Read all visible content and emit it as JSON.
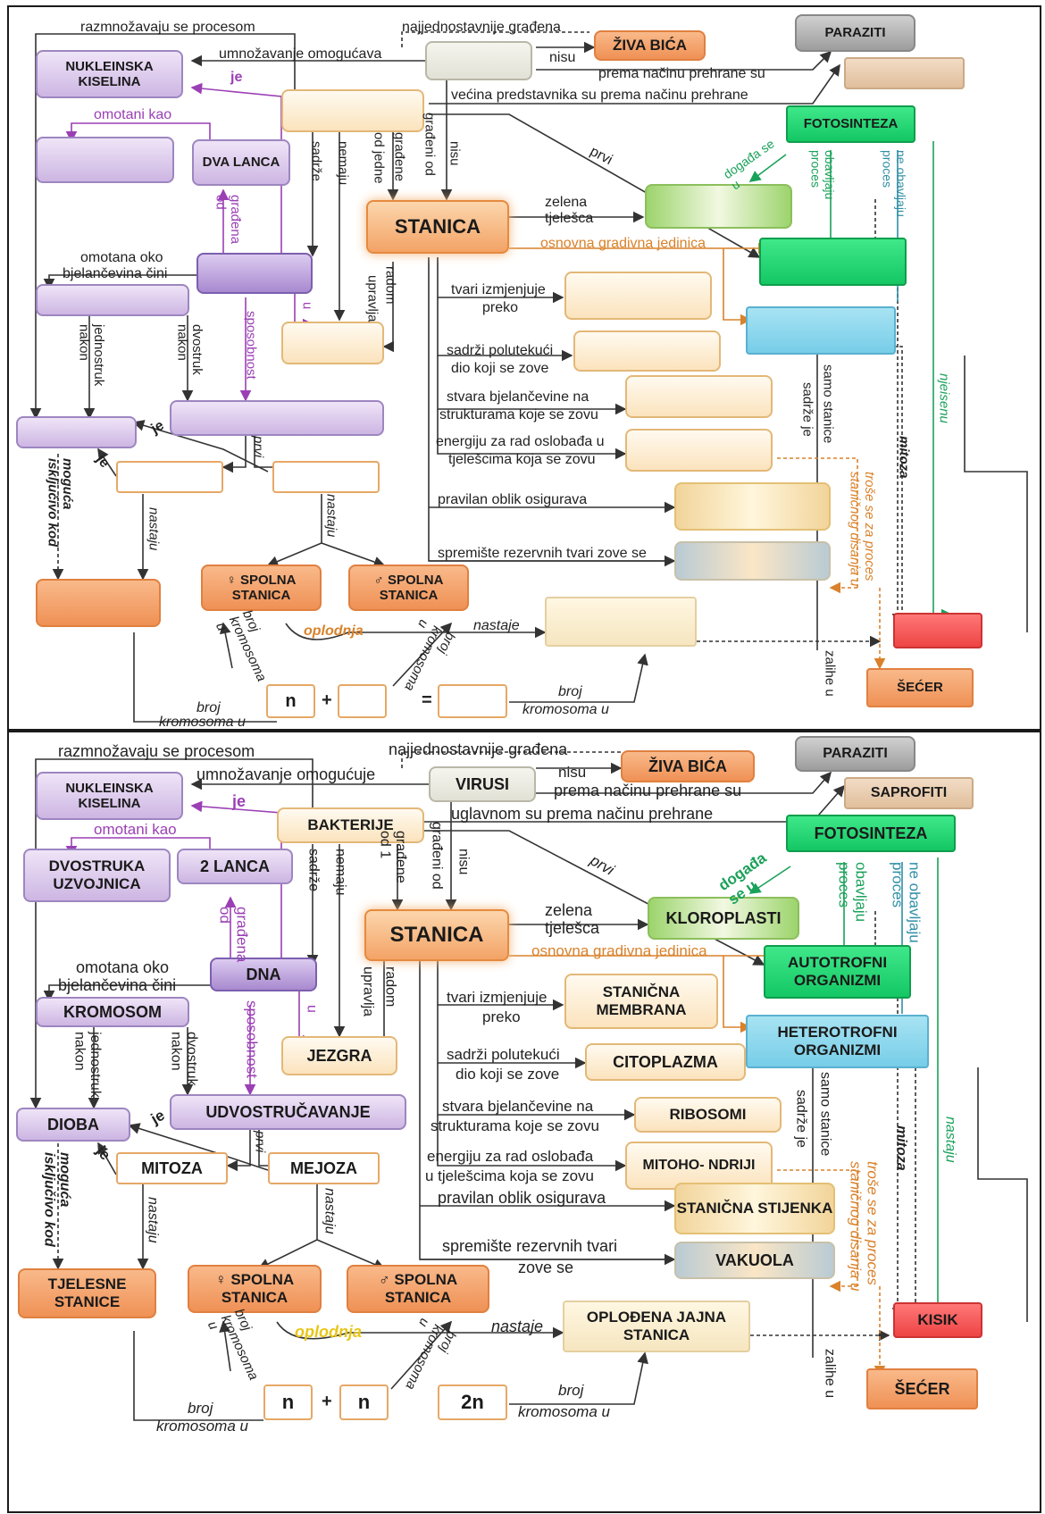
{
  "top": {
    "nodes": {
      "nukleinska": "NUKLEINSKA KISELINA",
      "ziva_bica": "ŽIVA BIĆA",
      "paraziti": "PARAZITI",
      "fotosinteza": "FOTOSINTEZA",
      "dva_lanca": "DVA LANCA",
      "stanica": "STANICA",
      "spolna_z": "♀ SPOLNA STANICA",
      "spolna_m": "♂ SPOLNA STANICA",
      "secer": "ŠEĆER",
      "n": "n",
      "plus": "+",
      "eq": "="
    },
    "labels": {
      "razmnozavaju": "razmnožavaju se procesom",
      "najjednostavnije": "najjednostavnije građena",
      "nisu": "nisu",
      "umnozavanje": "umnožavanje omogućava",
      "prema_nacinu": "prema načinu prehrane su",
      "je": "je",
      "vecina": "većina predstavnika su prema načinu prehrane",
      "omotani_kao": "omotani kao",
      "sadrze": "sadrže",
      "nemaju": "nemaju",
      "od_jedne": "od jedne",
      "gradjene": "građene",
      "gradjeni_od": "građeni od",
      "nisu2": "nisu",
      "prvi": "prvi",
      "dogadja_se_u": "događa se u",
      "obavljaju_proces": "obavljaju proces",
      "ne_obavljaju_proces": "ne obavljaju proces",
      "gradjena_od": "građena od",
      "zelena_tjelesca": "zelena tjelešca",
      "osnovna": "osnovna gradivna jedinica",
      "omotana_oko": "omotana oko",
      "bjelancevina_cini": "bjelančevina čini",
      "radom": "radom",
      "upravlja": "upravlja",
      "tvari_izmjenjuje": "tvari izmjenjuje",
      "preko": "preko",
      "u": "u",
      "sposobnost": "sposobnost",
      "jednostruk_nakon": "jednostruk nakon",
      "dvostruk_nakon": "dvostruk nakon",
      "sadrzi_polutekuci": "sadrži polutekući",
      "dio_koji": "dio koji se zove",
      "stvara": "stvara bjelančevine na",
      "strukturama": "strukturama koje se zovu",
      "energiju": "energiju za rad oslobađa u",
      "tjelescima": "tjelešcima koja se zovu",
      "sadrze_je": "sadrže je",
      "samo_stanice": "samo stanice",
      "mitoza": "mitoza",
      "nietsenu": "njeisenu",
      "je2": "je",
      "je3": "je",
      "prvi2": "prvi",
      "moguca": "moguća isključivo kod",
      "nastaju": "nastaju",
      "nastaju2": "nastaju",
      "pravilan": "pravilan oblik osigurava",
      "spremiste": "spremište rezervnih tvari zove se",
      "trose": "troše se za proces staničnog disanja u",
      "oplodnja": "oplodnja",
      "nastaje": "nastaje",
      "broj_krom_u": "broj kromosoma u",
      "broj_krom_u2": "broj kromosoma u",
      "broj": "broj",
      "kromosoma_u": "kromosoma u",
      "broj2": "broj",
      "kromosoma_u2": "kromosoma u",
      "zalihe_u": "zalihe u"
    }
  },
  "bottom": {
    "nodes": {
      "nukleinska": "NUKLEINSKA KISELINA",
      "virusi": "VIRUSI",
      "ziva_bica": "ŽIVA BIĆA",
      "paraziti": "PARAZITI",
      "saprofiti": "SAPROFITI",
      "bakterije": "BAKTERIJE",
      "fotosinteza": "FOTOSINTEZA",
      "dvostruka": "DVOSTRUKA UZVOJNICA",
      "dva_lanca": "2 LANCA",
      "stanica": "STANICA",
      "kloroplasti": "KLOROPLASTI",
      "dna": "DNA",
      "autotrofni": "AUTOTROFNI ORGANIZMI",
      "kromosom": "KROMOSOM",
      "stanicna_membrana": "STANIČNA MEMBRANA",
      "heterotrofni": "HETEROTROFNI ORGANIZMI",
      "jezgra": "JEZGRA",
      "citoplazma": "CITOPLAZMA",
      "dioba": "DIOBA",
      "udvostrucavanje": "UDVOSTRUČAVANJE",
      "ribosomi": "RIBOSOMI",
      "mitoza": "MITOZA",
      "mejoza": "MEJOZA",
      "mitohondriji": "MITOHO- NDRIJI",
      "stanicna_stijenka": "STANIČNA STIJENKA",
      "vakuola": "VAKUOLA",
      "tjelesne": "TJELESNE STANICE",
      "spolna_z": "♀ SPOLNA STANICA",
      "spolna_m": "♂ SPOLNA STANICA",
      "oplodjena": "OPLOĐENA JAJNA STANICA",
      "kisik": "KISIK",
      "secer": "ŠEĆER",
      "n1": "n",
      "plus": "+",
      "n2": "n",
      "two_n": "2n"
    },
    "labels": {
      "razmnozavaju": "razmnožavaju se procesom",
      "najjednostavnije": "najjednostavnije građena",
      "nisu": "nisu",
      "umnozavanje": "umnožavanje omogućuje",
      "prema_nacinu": "prema načinu prehrane su",
      "je": "je",
      "uglavnom": "uglavnom su prema načinu prehrane",
      "omotani_kao": "omotani kao",
      "sadrze": "sadrže",
      "nemaju": "nemaju",
      "gradjene_od_1": "građene od 1",
      "gradjeni_od": "građeni od",
      "nisu2": "nisu",
      "prvi": "prvi",
      "dogadja_se_u": "događa se u",
      "obavljaju_proces": "obavljaju proces",
      "ne_obavljaju_proces": "ne obavljaju proces",
      "gradjena_od": "građena od",
      "zelena_tjelesca": "zelena tjelešca",
      "osnovna": "osnovna gradivna jedinica",
      "omotana_oko": "omotana oko",
      "bjelancevina_cini": "bjelančevina čini",
      "radom": "radom",
      "upravlja": "upravlja",
      "tvari_izmjenjuje": "tvari izmjenjuje",
      "preko": "preko",
      "u": "u",
      "sposobnost": "sposobnost",
      "jednostruk_nakon": "jednostruk nakon",
      "dvostruk_nakon": "dvostruk nakon",
      "sadrzi_polutekuci": "sadrži polutekući",
      "dio_koji": "dio koji se zove",
      "stvara": "stvara bjelančevine na",
      "strukturama": "strukturama koje se zovu",
      "energiju": "energiju za rad oslobađa",
      "tjelescima": "u tjelešcima koja se zovu",
      "sadrze_je": "sadrže je",
      "samo_stanice": "samo stanice",
      "mitoza": "mitoza",
      "nastaju_green": "nastaju",
      "je2": "je",
      "je3": "je",
      "prvi2": "prvi",
      "moguca": "moguća isključivo kod",
      "nastaju": "nastaju",
      "nastaju2": "nastaju",
      "pravilan": "pravilan oblik osigurava",
      "spremiste": "spremište rezervnih tvari",
      "zove_se": "zove se",
      "trose": "troše se za proces staničnog disanja u",
      "oplodnja": "oplodnja",
      "nastaje": "nastaje",
      "broj_krom_u": "broj kromosoma u",
      "broj_krom_u2": "broj kromosoma u",
      "broj": "broj",
      "kromosoma_u": "kromosoma u",
      "broj2": "broj",
      "kromosoma_u2": "kromosoma u",
      "zalihe_u": "zalihe u"
    }
  }
}
